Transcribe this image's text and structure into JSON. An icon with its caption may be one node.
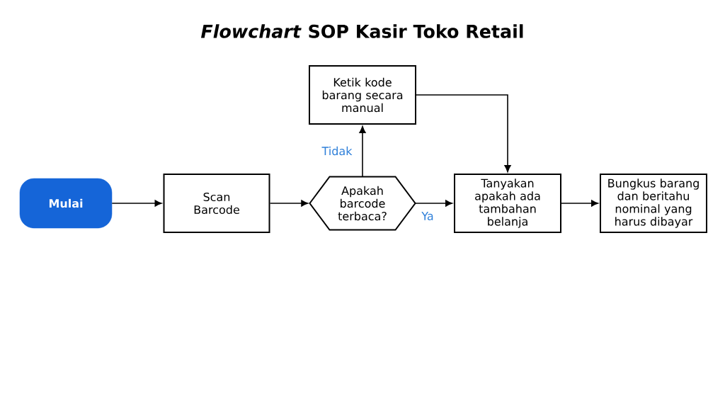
{
  "diagram": {
    "title": "*Flowchart* SOP Kasir Toko Retail",
    "nodes": [
      {
        "text": [
          "Mulai"
        ]
      },
      {
        "text": [
          "Scan Barcode"
        ]
      },
      {
        "text": [
          "Apakah barcode terbaca?"
        ]
      },
      {
        "text": [
          "Ketik kode barang secara manual"
        ]
      },
      {
        "text": [
          "Tanyakan apakah ada tambahan belanja"
        ]
      },
      {
        "text": [
          "Bungkus barang dan beritahu nominal yang harus dibayar"
        ]
      }
    ],
    "edges": [
      {
        "from": 0,
        "to": 1,
        "arrow": "to"
      },
      {
        "from": 1,
        "to": 2,
        "arrow": "to"
      },
      {
        "from": 2,
        "to": 3,
        "arrow": "to",
        "label": "Tidak"
      },
      {
        "from": 2,
        "to": 4,
        "arrow": "to",
        "label": "Ya"
      },
      {
        "from": 3,
        "to": 4,
        "arrow": "to"
      },
      {
        "from": 4,
        "to": 5,
        "arrow": "to"
      }
    ]
  }
}
